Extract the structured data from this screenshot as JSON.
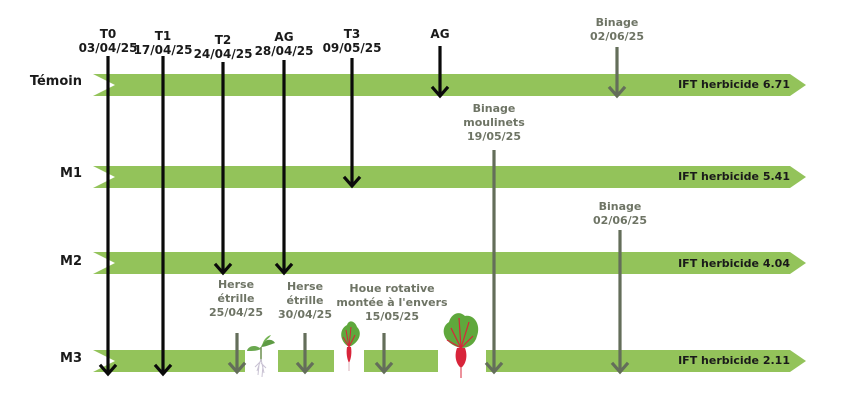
{
  "colors": {
    "bar": "#93c35a",
    "black_arrow": "#0a0a0a",
    "gray_arrow": "#646e5a",
    "gray_text": "#6e7465",
    "beet_leaf": "#5fa83c",
    "beet_root": "#d8243a"
  },
  "rows": [
    {
      "id": "temoin",
      "label": "Témoin",
      "ift": "IFT herbicide 6.71"
    },
    {
      "id": "m1",
      "label": "M1",
      "ift": "IFT herbicide 5.41"
    },
    {
      "id": "m2",
      "label": "M2",
      "ift": "IFT herbicide 4.04"
    },
    {
      "id": "m3",
      "label": "M3",
      "ift": "IFT herbicide 2.11"
    }
  ],
  "treatments": [
    {
      "code": "T0",
      "date": "03/04/25"
    },
    {
      "code": "T1",
      "date": "17/04/25"
    },
    {
      "code": "T2",
      "date": "24/04/25"
    },
    {
      "code": "AG",
      "date": "28/04/25"
    },
    {
      "code": "T3",
      "date": "09/05/25"
    },
    {
      "code": "AG",
      "date": ""
    }
  ],
  "mechanical": [
    {
      "lines": [
        "Binage",
        "02/06/25"
      ],
      "row": "Témoin"
    },
    {
      "lines": [
        "Binage",
        "moulinets",
        "19/05/25"
      ],
      "row": "M3"
    },
    {
      "lines": [
        "Binage",
        "02/06/25"
      ],
      "row": "M3"
    },
    {
      "lines": [
        "Herse",
        "étrille",
        "25/04/25"
      ],
      "row": "M3"
    },
    {
      "lines": [
        "Herse",
        "étrille",
        "30/04/25"
      ],
      "row": "M3"
    },
    {
      "lines": [
        "Houe rotative",
        "montée à l'envers",
        "15/05/25"
      ],
      "row": "M3"
    }
  ],
  "icons": [
    "seedling-icon",
    "young-beet-icon",
    "grown-beet-icon"
  ]
}
